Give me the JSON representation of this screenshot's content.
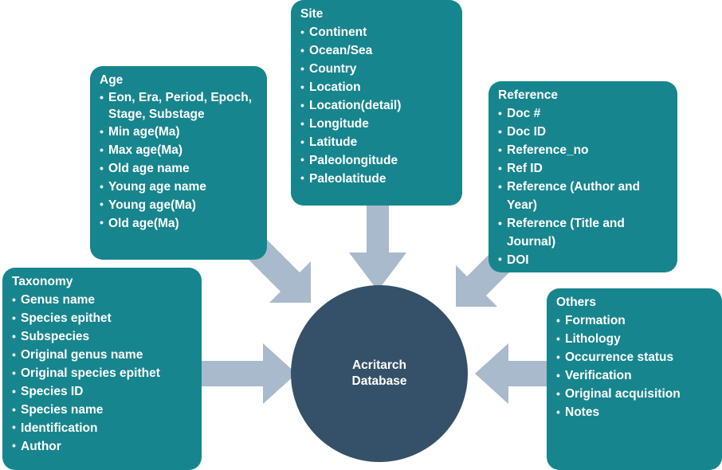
{
  "diagram": {
    "hub": {
      "label": "Acritarch\nDatabase",
      "color": "#355169",
      "text_color": "#ffffff"
    },
    "box_color": "#17858E",
    "box_text_color": "#ffffff",
    "arrow_color": "#A8BACB",
    "boxes": [
      {
        "id": "age",
        "title": "Age",
        "items": [
          "Eon, Era, Period, Epoch, Stage, Substage",
          "Min age(Ma)",
          "Max age(Ma)",
          "Old age name",
          "Young age name",
          "Young age(Ma)",
          "Old age(Ma)"
        ]
      },
      {
        "id": "site",
        "title": "Site",
        "items": [
          "Continent",
          "Ocean/Sea",
          "Country",
          "Location",
          "Location(detail)",
          "Longitude",
          "Latitude",
          "Paleolongitude",
          "Paleolatitude"
        ]
      },
      {
        "id": "reference",
        "title": "Reference",
        "items": [
          "Doc #",
          "Doc ID",
          "Reference_no",
          "Ref ID",
          "Reference (Author and Year)",
          "Reference (Title and Journal)",
          "DOI"
        ]
      },
      {
        "id": "taxonomy",
        "title": "Taxonomy",
        "items": [
          "Genus name",
          "Species epithet",
          "Subspecies",
          "Original genus name",
          "Original species epithet",
          "Species ID",
          "Species name",
          "Identification",
          "Author"
        ]
      },
      {
        "id": "others",
        "title": "Others",
        "items": [
          "Formation",
          "Lithology",
          "Occurrence status",
          "Verification",
          "Original acquisition",
          "Notes"
        ]
      }
    ],
    "arrows": [
      {
        "id": "age",
        "from": "Age",
        "to": "Acritarch Database",
        "direction": "down-right"
      },
      {
        "id": "site",
        "from": "Site",
        "to": "Acritarch Database",
        "direction": "down"
      },
      {
        "id": "reference",
        "from": "Reference",
        "to": "Acritarch Database",
        "direction": "down-left"
      },
      {
        "id": "taxonomy",
        "from": "Taxonomy",
        "to": "Acritarch Database",
        "direction": "right"
      },
      {
        "id": "others",
        "from": "Others",
        "to": "Acritarch Database",
        "direction": "left"
      }
    ]
  }
}
